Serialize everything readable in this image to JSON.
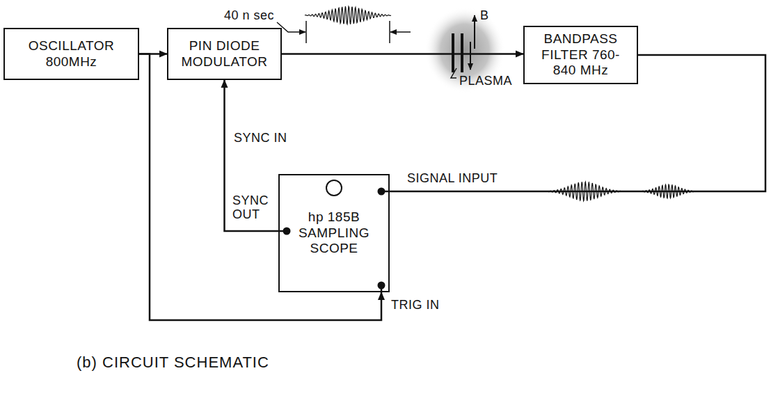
{
  "diagram": {
    "caption": "(b) CIRCUIT SCHEMATIC",
    "nodes": [
      {
        "text": [
          "OSCILLATOR 800MHz"
        ]
      },
      {
        "text": [
          "PIN DIODE MODULATOR"
        ]
      },
      {
        "text": [
          "BANDPASS FILTER 760-840 MHz"
        ]
      },
      {
        "text": [
          "hp 185B SAMPLING SCOPE"
        ]
      }
    ],
    "edges": [
      {
        "from": 0,
        "to": 1,
        "arrow": "to"
      },
      {
        "from": 1,
        "to": 2,
        "arrow": "to"
      },
      {
        "from": 2,
        "to": 3,
        "arrow": "none"
      },
      {
        "from": 3,
        "to": 1,
        "arrow": "to"
      },
      {
        "from": 0,
        "to": 3,
        "arrow": "to"
      }
    ],
    "labels": [
      "40 n sec",
      "B",
      "PLASMA",
      "SYNC IN",
      "SYNC OUT",
      "SIGNAL INPUT",
      "TRIG IN"
    ]
  }
}
